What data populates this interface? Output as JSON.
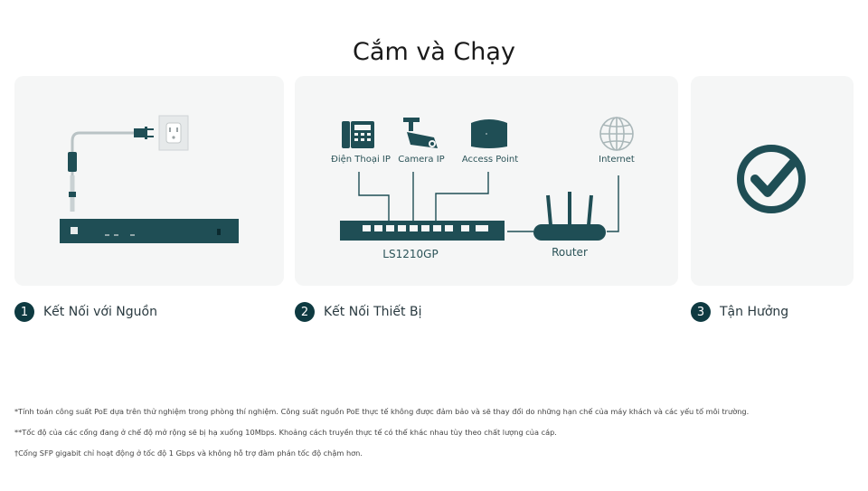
{
  "title": "Cắm và Chạy",
  "panels": {
    "power": {},
    "connect": {
      "devices": [
        "Điện Thoại IP",
        "Camera IP",
        "Access Point",
        "Internet"
      ],
      "switch_model": "LS1210GP",
      "router_label": "Router"
    },
    "enjoy": {}
  },
  "steps": [
    {
      "number": "1",
      "label": "Kết Nối với Nguồn"
    },
    {
      "number": "2",
      "label": "Kết Nối Thiết Bị"
    },
    {
      "number": "3",
      "label": "Tận Hưởng"
    }
  ],
  "footnotes": [
    "*Tính toán công suất PoE dựa trên thử nghiệm trong phòng thí nghiệm. Công suất nguồn PoE thực tế không được đảm bảo và sẽ thay đổi do những hạn chế của máy khách và các yếu tố môi trường.",
    "**Tốc độ của các cổng đang ở chế độ mở rộng sẽ bị hạ xuống 10Mbps. Khoảng cách truyền thực tế có thể khác nhau tùy theo chất lượng của cáp.",
    "†Cổng SFP gigabit chỉ hoạt động ở tốc độ 1 Gbps và không hỗ trợ đàm phán tốc độ chậm hơn."
  ],
  "colors": {
    "brand_dark": "#0e3a41",
    "device": "#1f4e55",
    "panel_bg": "#f5f6f6"
  }
}
